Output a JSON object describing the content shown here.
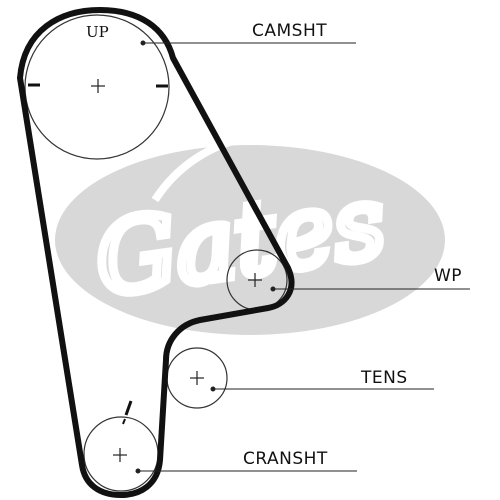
{
  "diagram": {
    "labels": {
      "up": "UP",
      "camshaft": "CAMSHT",
      "water_pump": "WP",
      "tensioner": "TENS",
      "crankshaft": "CRANSHT"
    },
    "watermark_brand": "Gates",
    "colors": {
      "belt": "#111111",
      "pulley_outline": "#333333",
      "leader_line": "#222222",
      "watermark": "#d8d8d8"
    }
  }
}
